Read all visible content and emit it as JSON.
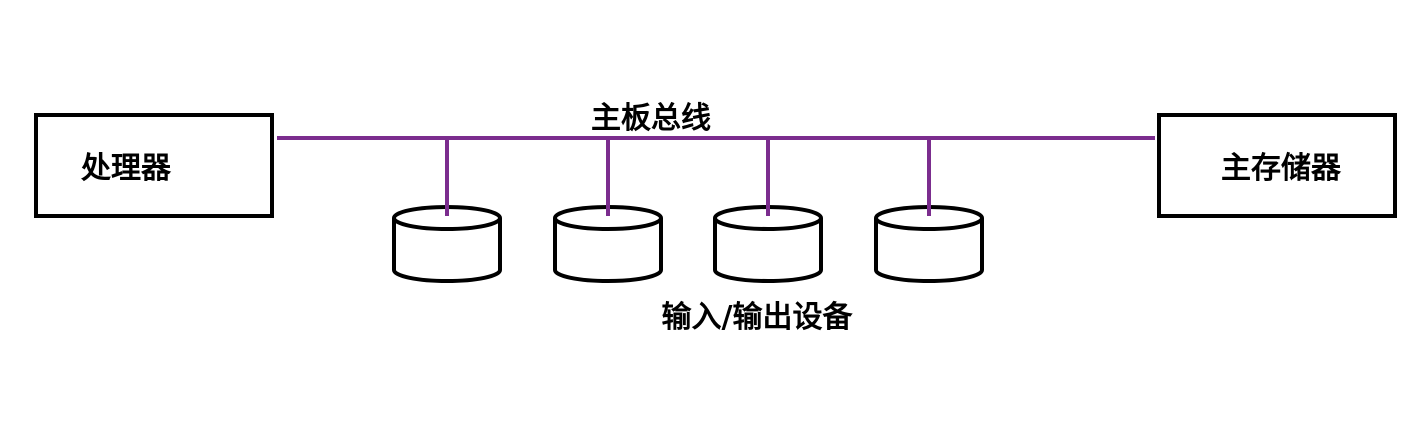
{
  "diagram": {
    "processor_label": "处理器",
    "bus_label": "主板总线",
    "memory_label": "主存储器",
    "io_label": "输入/输出设备",
    "bus_color": "#7b2d8e",
    "device_count": 4
  }
}
